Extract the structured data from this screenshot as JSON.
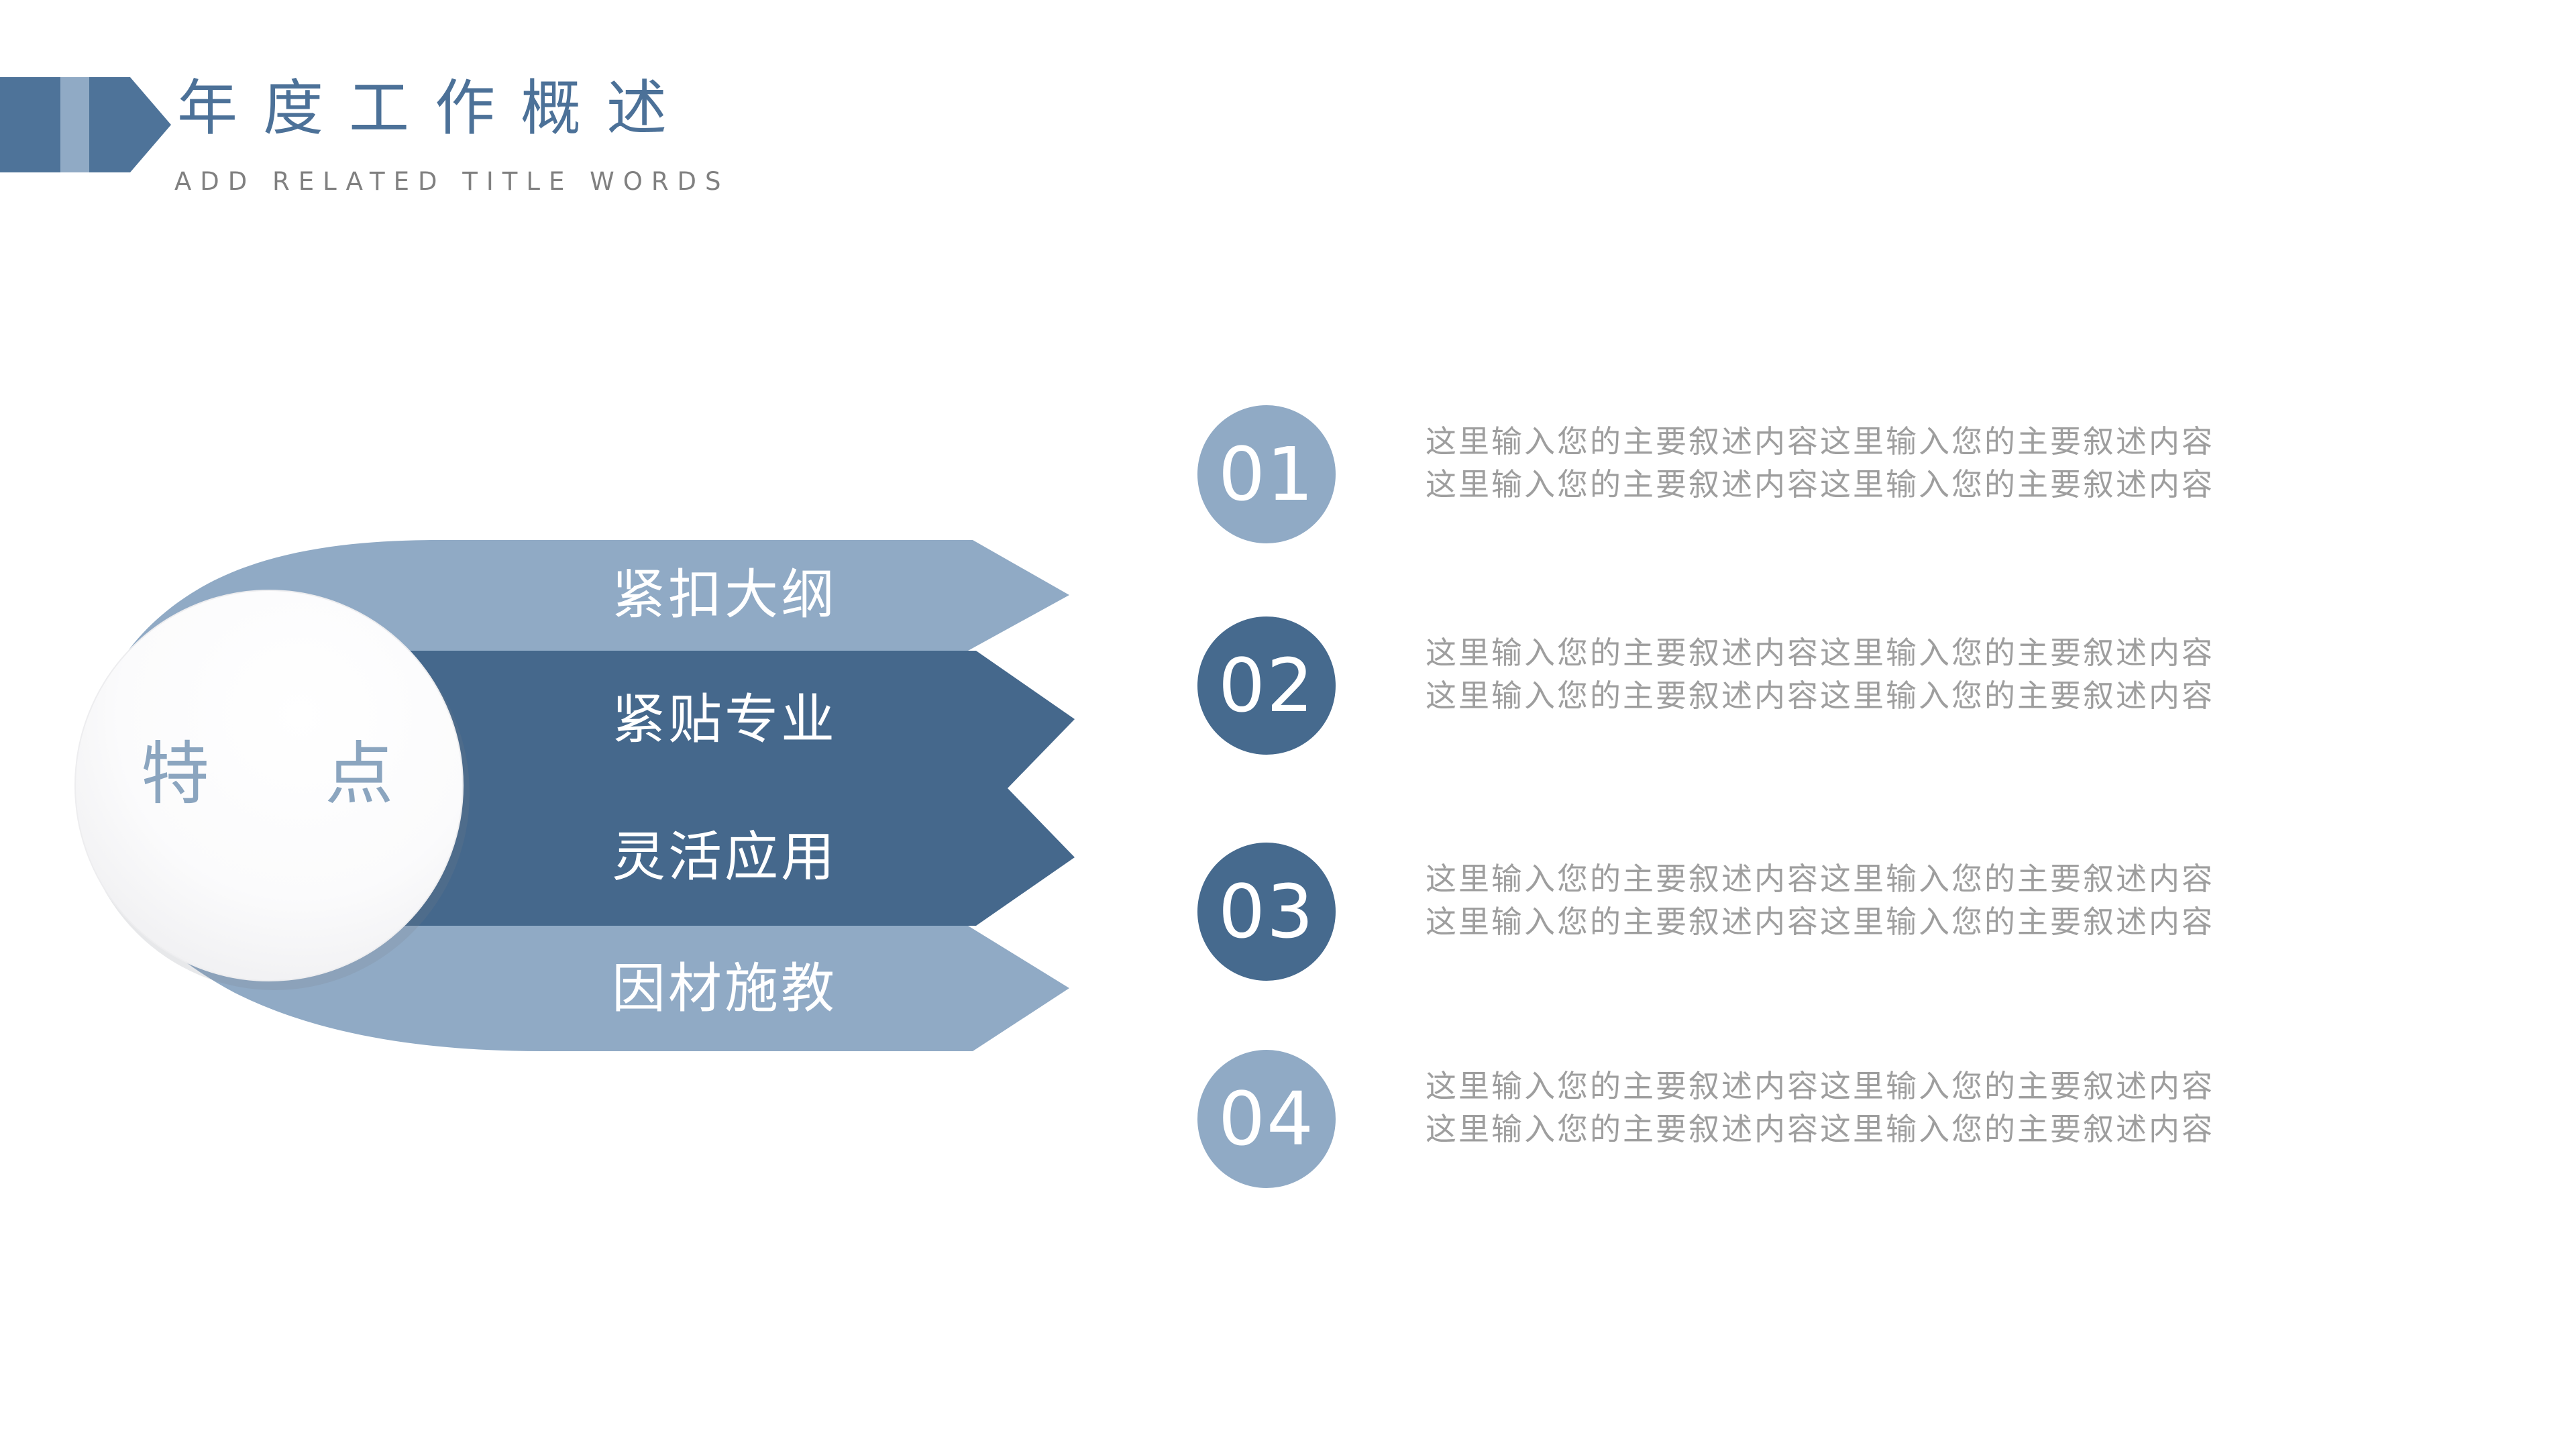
{
  "slide": {
    "title": "年度工作概述",
    "subtitle": "ADD RELATED TITLE WORDS"
  },
  "diagram": {
    "hub_label": "特 点",
    "banners": [
      {
        "label": "紧扣大纲",
        "style": "light"
      },
      {
        "label": "紧贴专业",
        "style": "dark"
      },
      {
        "label": "灵活应用",
        "style": "dark"
      },
      {
        "label": "因材施教",
        "style": "light"
      }
    ]
  },
  "items": [
    {
      "num": "01",
      "style": "light",
      "line1": "这里输入您的主要叙述内容这里输入您的主要叙述内容",
      "line2": "这里输入您的主要叙述内容这里输入您的主要叙述内容"
    },
    {
      "num": "02",
      "style": "dark",
      "line1": "这里输入您的主要叙述内容这里输入您的主要叙述内容",
      "line2": "这里输入您的主要叙述内容这里输入您的主要叙述内容"
    },
    {
      "num": "03",
      "style": "dark",
      "line1": "这里输入您的主要叙述内容这里输入您的主要叙述内容",
      "line2": "这里输入您的主要叙述内容这里输入您的主要叙述内容"
    },
    {
      "num": "04",
      "style": "light",
      "line1": "这里输入您的主要叙述内容这里输入您的主要叙述内容",
      "line2": "这里输入您的主要叙述内容这里输入您的主要叙述内容"
    }
  ],
  "colors": {
    "dark_blue": "#45688C",
    "light_blue": "#90AAC5",
    "deco_blue": "#4E7399",
    "title_blue": "#4C7198",
    "subtitle_gray": "#808080",
    "body_gray": "#9E9E9E",
    "hub_text_blue": "#8BA5BF",
    "circle_fill_top": "#FFFFFF",
    "circle_fill_edge": "#E7E8EA"
  }
}
